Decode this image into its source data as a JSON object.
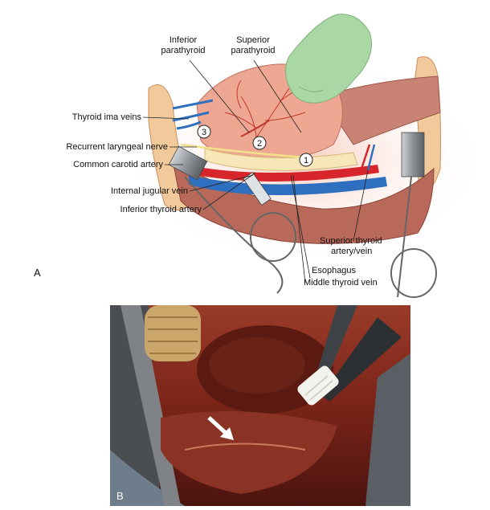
{
  "panel_a": {
    "letter": "A",
    "labels": {
      "inferior_parathyroid": [
        "Inferior",
        "parathyroid"
      ],
      "superior_parathyroid": [
        "Superior",
        "parathyroid"
      ],
      "thyroid_ima_veins": "Thyroid ima veins",
      "recurrent_laryngeal_nerve": "Recurrent laryngeal nerve",
      "common_carotid_artery": "Common carotid artery",
      "internal_jugular_vein": "Internal jugular vein",
      "inferior_thyroid_artery": "Inferior thyroid artery",
      "superior_thyroid_artery_vein": [
        "Superior thyroid",
        "artery/vein"
      ],
      "esophagus": "Esophagus",
      "middle_thyroid_vein": "Middle thyroid vein"
    },
    "markers": [
      "1",
      "2",
      "3"
    ]
  },
  "panel_b": {
    "letter": "B"
  },
  "colors": {
    "thyroid": "#e8a08c",
    "artery": "#d7262b",
    "vein": "#2f6fbf",
    "muscle": "#c97a6a",
    "glove": "#a9d8a4",
    "photo_bg": "#6b2018"
  }
}
